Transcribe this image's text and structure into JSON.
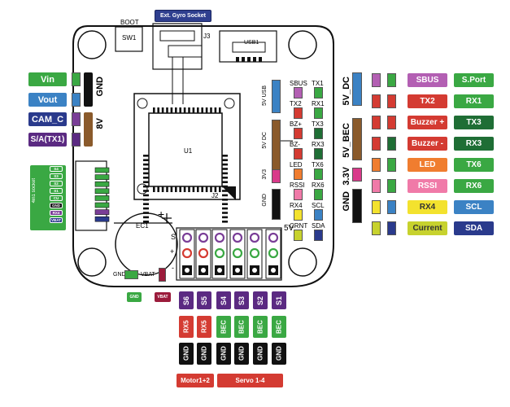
{
  "colors": {
    "green": "#3aa843",
    "blue": "#3b82c4",
    "purple": "#7a3e97",
    "darkpurple": "#5b2a82",
    "red": "#d43b32",
    "orange": "#f07d2f",
    "darkgreen": "#1f6e35",
    "yellow": "#f3e22e",
    "olive": "#c7d22e",
    "magenta": "#d93a8a",
    "pink": "#f07aa8",
    "navy": "#2a3a8c",
    "brown": "#8a5a2b",
    "black": "#111111",
    "gyro": "#2f3f8f"
  },
  "top": {
    "boot": "BOOT",
    "sw1": "SW1",
    "gyro_socket": "Ext. Gyro Socket",
    "j3": "J3",
    "usb1": "USB1"
  },
  "left_labels": {
    "vin": "Vin",
    "vout": "Vout",
    "cam_c": "CAM_C",
    "sa_tx1": "S/A(TX1)",
    "gnd": "GND",
    "v8": "8V"
  },
  "socket": {
    "title": "4in1 socket",
    "pins": [
      "S4",
      "S3",
      "S2",
      "S1",
      "CU",
      "GND",
      "RX4",
      "VBAT"
    ]
  },
  "chip": {
    "u1": "U1",
    "j2": "J2"
  },
  "mid_labels": {
    "fiveusb": "5V USB",
    "fivedc": "5V DC",
    "threev3": "3V3",
    "gnd": "GND",
    "five_v": "5V"
  },
  "pad_grid": [
    [
      "SBUS",
      "TX1"
    ],
    [
      "TX2",
      "RX1"
    ],
    [
      "BZ+",
      "TX3"
    ],
    [
      "BZ-",
      "RX3"
    ],
    [
      "LED",
      "TX6"
    ],
    [
      "RSSI",
      "RX6"
    ],
    [
      "RX4",
      "SCL"
    ],
    [
      "CRNT",
      "SDA"
    ]
  ],
  "right": {
    "v5dc": "5V_DC",
    "v5bec": "5V_BEC",
    "v33": "3.3V",
    "gnd": "GND",
    "rows": [
      [
        "SBUS",
        "S.Port"
      ],
      [
        "TX2",
        "RX1"
      ],
      [
        "Buzzer +",
        "TX3"
      ],
      [
        "Buzzer -",
        "RX3"
      ],
      [
        "LED",
        "TX6"
      ],
      [
        "RSSI",
        "RX6"
      ],
      [
        "RX4",
        "SCL"
      ],
      [
        "Current",
        "SDA"
      ]
    ]
  },
  "battery": {
    "ec1": "EC1",
    "plus": "+",
    "gnd_pad": "GND",
    "vbat_pad": "VBAT",
    "gnd_tag": "GND",
    "vbat_tag": "VBAT"
  },
  "servo_pins": {
    "s": "S",
    "plus": "+",
    "minus": "-"
  },
  "bottom": {
    "signals": [
      "S6",
      "S5",
      "S4",
      "S3",
      "S2",
      "S1"
    ],
    "power": [
      "RX5",
      "RX5",
      "BEC",
      "BEC",
      "BEC",
      "BEC"
    ],
    "gnd": [
      "GND",
      "GND",
      "GND",
      "GND",
      "GND",
      "GND"
    ],
    "motor": "Motor1+2",
    "servo": "Servo 1-4"
  }
}
